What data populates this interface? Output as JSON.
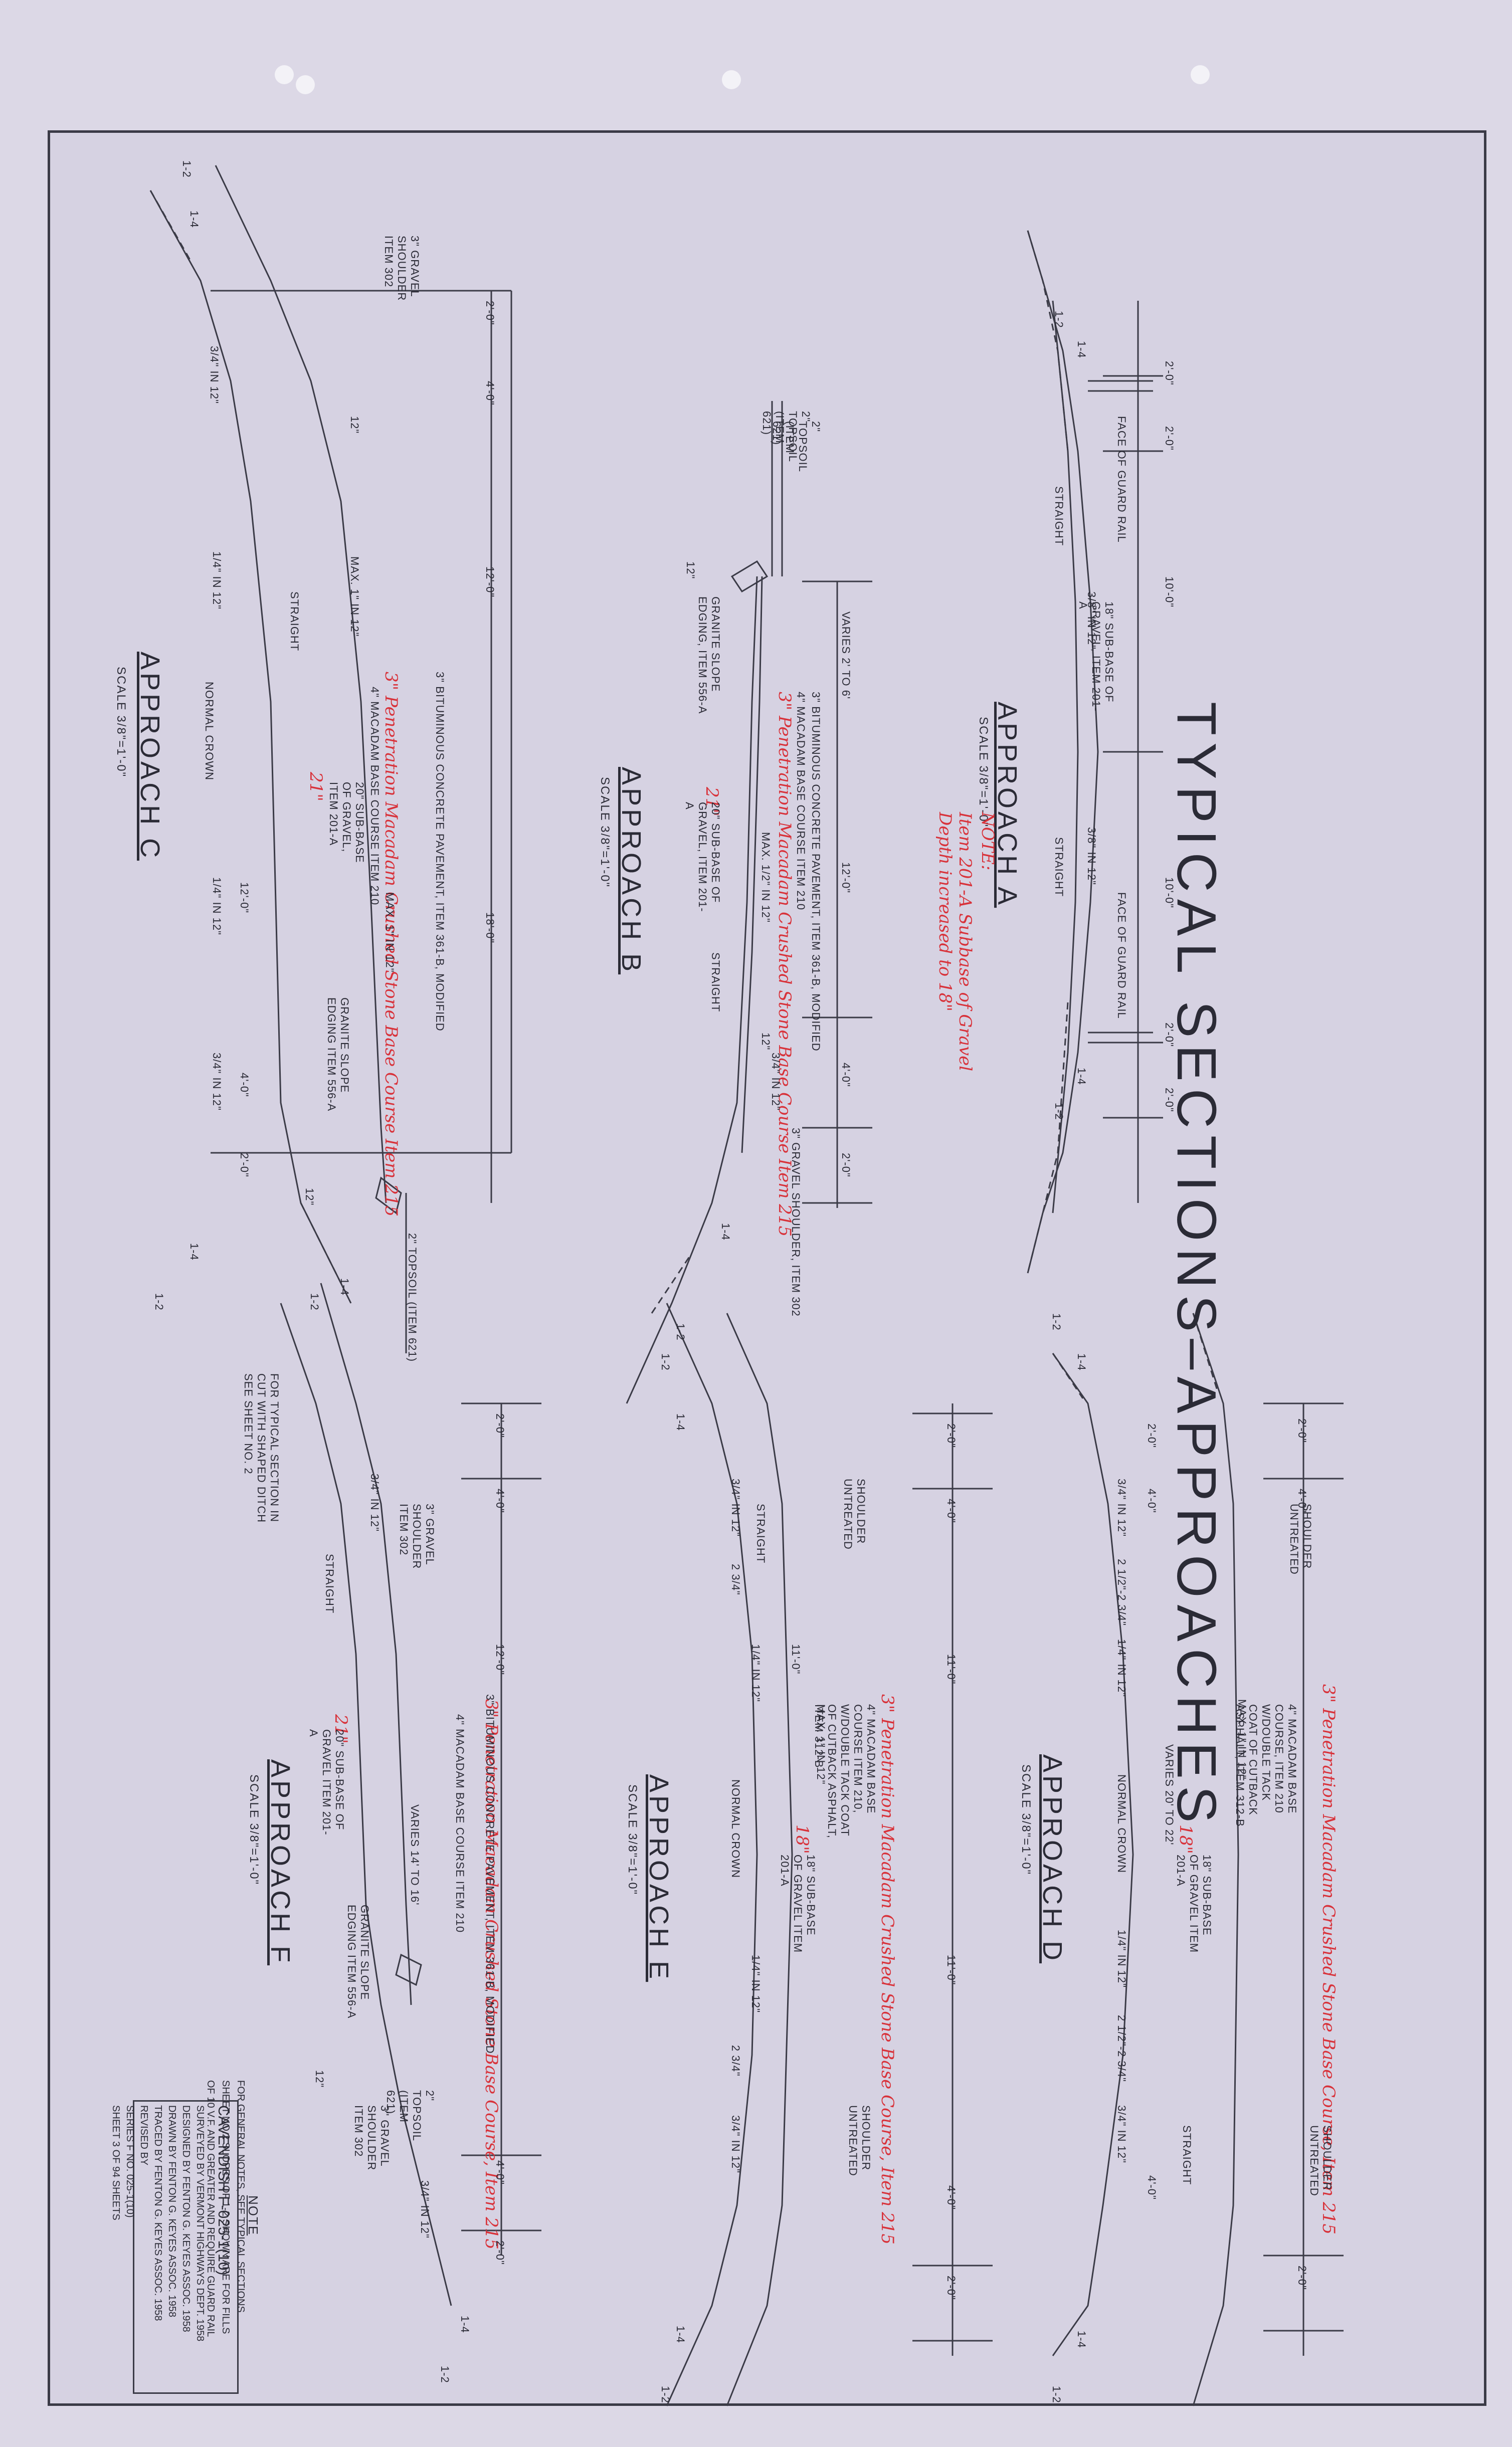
{
  "title": "TYPICAL SECTIONS–APPROACHES",
  "approach_a": {
    "name": "APPROACH A",
    "scale": "SCALE 3/8\"=1'-0\"",
    "note": "NOTE:",
    "note_red": "Item 201-A Subbase of Gravel Depth increased to 18\"",
    "labels": [
      "FACE OF GUARD RAIL",
      "FACE OF GUARD RAIL",
      "STRAIGHT",
      "STRAIGHT",
      "3/8\" IN 12\"",
      "3/8\" IN 12\"",
      "18\" SUB-BASE OF GRAVEL, ITEM 201-A"
    ],
    "dims": [
      "2'-0\"",
      "2'-0\"",
      "10'-0\"",
      "10'-0\"",
      "2'-0\"",
      "2'-0\""
    ],
    "slopes": [
      "1-2",
      "1-4",
      "1-4",
      "1-2"
    ]
  },
  "approach_b": {
    "name": "APPROACH B",
    "scale": "SCALE 3/8\"=1'-0\"",
    "labels": [
      "2\" TOPSOIL (ITEM 621)",
      "GRANITE SLOPE EDGING, ITEM 556-A",
      "VARIES 2' TO 6'",
      "3\" BITUMINOUS CONCRETE PAVEMENT, ITEM 361-B, MODIFIED",
      "4\" MACADAM BASE COURSE ITEM 210",
      "20\" SUB-BASE OF GRAVEL, ITEM 201-A",
      "MAX. 1/2\" IN 12\"",
      "STRAIGHT",
      "3\" GRAVEL SHOULDER, ITEM 302",
      "3/4\" IN 12\""
    ],
    "dims": [
      "12\"",
      "12'-0\"",
      "12\"",
      "4'-0\"",
      "2'-0\""
    ],
    "red": "3\" Penetration Macadam Crushed Stone Base Course Item 215",
    "red_depth": "21\"",
    "slopes": [
      "1-4",
      "1-2"
    ]
  },
  "approach_c": {
    "name": "APPROACH C",
    "scale": "SCALE 3/8\"=1'-0\"",
    "labels": [
      "3\" GRAVEL SHOULDER ITEM 302",
      "2\" TOPSOIL (ITEM 621)",
      "MAX. 1\" IN 12\"",
      "STRAIGHT",
      "NORMAL CROWN",
      "3\" BITUMINOUS CONCRETE PAVEMENT, ITEM 361-B, MODIFIED",
      "4\" MACADAM BASE COURSE ITEM 210",
      "20\" SUB-BASE OF GRAVEL, ITEM 201-A",
      "MAX. 1\" IN 12\"",
      "GRANITE SLOPE EDGING ITEM 556-A",
      "2\" TOPSOIL (ITEM 621)",
      "3/4\" IN 12\"",
      "1/4\" IN 12\"",
      "1/4\" IN 12\"",
      "3/4\" IN 12\""
    ],
    "dims": [
      "2'-0\"",
      "4'-0\"",
      "12\"",
      "12'-0\"",
      "18'-0\"",
      "12'-0\"",
      "4'-0\"",
      "2'-0\"",
      "12\""
    ],
    "red": "3\" Penetration Macadam Crushed Stone Base Course Item 215",
    "red_depth": "21\"",
    "slopes": [
      "1-2",
      "1-4",
      "1-4",
      "1-2"
    ]
  },
  "approach_d": {
    "name": "APPROACH D",
    "scale": "SCALE 3/8\"=1'-0\"",
    "labels": [
      "SHOULDER UNTREATED",
      "4\" MACADAM BASE COURSE, ITEM 210 W/DOUBLE TACK COAT OF CUTBACK ASPHALT, ITEM 312-B",
      "MAX. 1\" IN 12\"",
      "VARIES 20' TO 22'",
      "NORMAL CROWN",
      "18\" SUB-BASE OF GRAVEL ITEM 201-A",
      "STRAIGHT",
      "SHOULDER UNTREATED",
      "3/4\" IN 12\"",
      "1/4\" IN 12\"",
      "1/4\" IN 12\"",
      "3/4\" IN 12\""
    ],
    "dims": [
      "2'-0\"",
      "4'-0\"",
      "2'-0\"",
      "4'-0\"",
      "2 1/2\"-2 3/4\"",
      "2 1/2\"-2 3/4\"",
      "4'-0\"",
      "2'-0\""
    ],
    "red": "3\" Penetration Macadam Crushed Stone Base Course, Item 215",
    "red_depth": "18\"",
    "slopes": [
      "1-2",
      "1-4",
      "1-4",
      "1-2"
    ]
  },
  "approach_e": {
    "name": "APPROACH E",
    "scale": "SCALE 3/8\"=1'-0\"",
    "labels": [
      "SHOULDER UNTREATED",
      "STRAIGHT",
      "4\" MACADAM BASE COURSE ITEM 210, W/DOUBLE TACK COAT OF CUTBACK ASPHALT, ITEM 312-B",
      "MAX. 1\" IN 12\"",
      "NORMAL CROWN",
      "18\" SUB-BASE OF GRAVEL ITEM 201-A",
      "SHOULDER UNTREATED",
      "3/4\" IN 12\"",
      "1/4\" IN 12\"",
      "1/4\" IN 12\"",
      "3/4\" IN 12\""
    ],
    "dims": [
      "2'-0\"",
      "4'-0\"",
      "2 3/4\"",
      "11'-0\"",
      "11'-0\"",
      "11'-0\"",
      "2 3/4\"",
      "4'-0\"",
      "2'-0\""
    ],
    "red": "3\" Penetration Macadam Crushed Stone Base Course, Item 215",
    "red_depth": "18\"",
    "slopes": [
      "1-2",
      "1-4",
      "1-4",
      "1-2"
    ]
  },
  "approach_f": {
    "name": "APPROACH F",
    "scale": "SCALE 3/8\"=1'-0\"",
    "labels": [
      "FOR TYPICAL SECTION IN CUT WITH SHAPED DITCH SEE SHEET NO. 2",
      "3\" GRAVEL SHOULDER ITEM 302",
      "STRAIGHT",
      "3\" BITUMINOUS CONCRETE PAVEMENT, ITEM 361-B, MODIFIED",
      "4\" MACADAM BASE COURSE ITEM 210",
      "20\" SUB-BASE OF GRAVEL ITEM 201-A",
      "VARIES 14' TO 16'",
      "GRANITE SLOPE EDGING ITEM 556-A",
      "2\" TOPSOIL (ITEM 621)",
      "3\" GRAVEL SHOULDER ITEM 302",
      "3/4\" IN 12\"",
      "3/4\" IN 12\""
    ],
    "dims": [
      "2'-0\"",
      "4'-0\"",
      "12'-0\"",
      "12\"",
      "4'-0\"",
      "2'-0\""
    ],
    "red": "3\" Penetration Macadam Crushed Stone Base Course, Item 215",
    "red_depth": "21\"",
    "slopes": [
      "1-2",
      "1-4",
      "1-4",
      "1-2"
    ]
  },
  "note": {
    "head": "NOTE",
    "text": "FOR GENERAL NOTES, SEE TYPICAL SECTIONS SHEET NO.2 SLOPES OF 1-2 SHOWN ARE FOR FILLS OF 10 V.F. AND GREATER AND REQUIRE GUARD RAIL"
  },
  "title_block": {
    "project": "CAVENDISH   F-025-1(10)",
    "rows": [
      "SURVEYED BY  VERMONT HIGHWAYS DEPT. 1958",
      "DESIGNED BY  FENTON G. KEYES ASSOC. 1958",
      "DRAWN BY  FENTON G. KEYES ASSOC. 1958",
      "TRACED BY  FENTON G. KEYES ASSOC. 1958",
      "REVISED BY",
      "SERIES  F   NO. 025-1(10)",
      "SHEET 3 OF 94 SHEETS"
    ]
  },
  "colors": {
    "paper": "#dcd8e6",
    "ink": "#2b2b36",
    "red": "#d8323a"
  }
}
